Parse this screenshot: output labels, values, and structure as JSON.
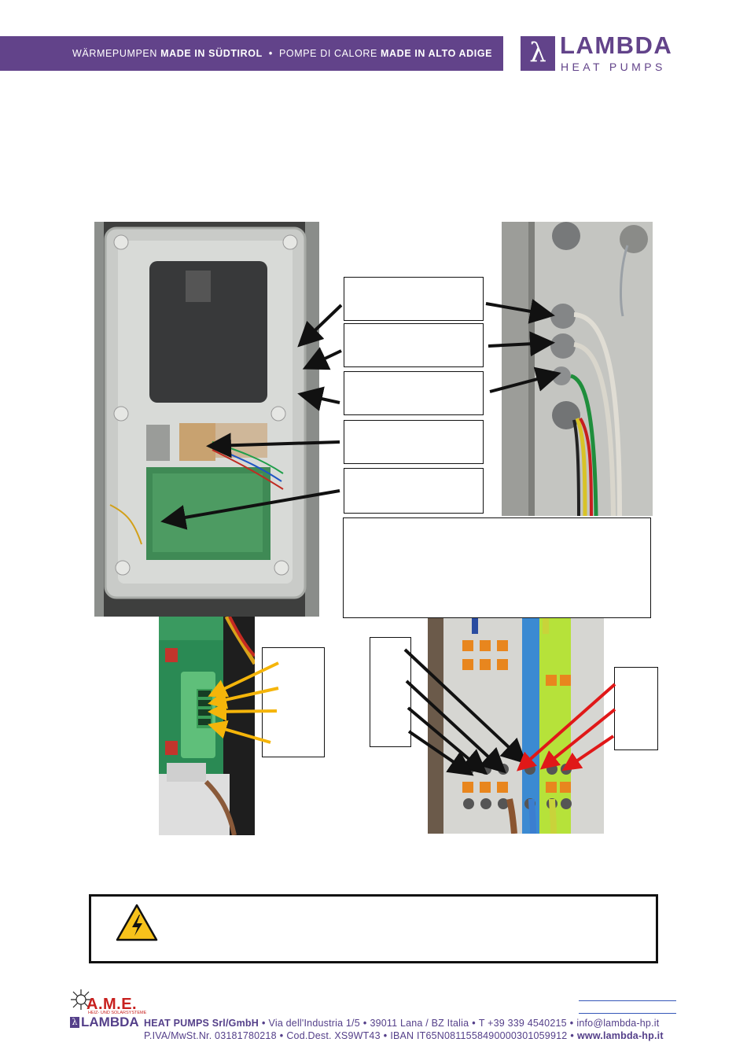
{
  "header": {
    "banner_part1": "WÄRMEPUMPEN",
    "banner_part2": "MADE IN SÜDTIROL",
    "banner_dot": "•",
    "banner_part3": "POMPE DI CALORE",
    "banner_part4": "MADE IN ALTO ADIGE",
    "logo_symbol": "λ",
    "logo_name": "LAMBDA",
    "logo_tagline": "HEAT PUMPS"
  },
  "figures": {
    "control_box_labels": [
      "",
      "",
      "",
      "",
      ""
    ],
    "cable_gland_note": "",
    "board_connector_label": "",
    "terminal_left_label": "",
    "terminal_right_label": ""
  },
  "warning": {
    "icon": "high-voltage-warning-icon",
    "text": ""
  },
  "footer": {
    "ame_logo": "A.M.E.",
    "ame_tagline": "HEIZ- UND SOLARSYSTEME",
    "lambda_logo": "LAMBDA",
    "line1_company": "HEAT PUMPS Srl/GmbH",
    "line1_address": "Via dell'Industria 1/5",
    "line1_city": "39011 Lana / BZ Italia",
    "line1_phone": "T +39 339 4540215",
    "line1_email": "info@lambda-hp.it",
    "line2_vat": "P.IVA/MwSt.Nr. 03181780218",
    "line2_code": "Cod.Dest. XS9WT43",
    "line2_iban": "IBAN IT65N0811558490000301059912",
    "line2_web": "www.lambda-hp.it",
    "separator": "•"
  },
  "colors": {
    "brand_purple": "#62438a",
    "arrow_black": "#111111",
    "arrow_yellow": "#f5b50a",
    "arrow_red": "#e01818",
    "warning_yellow": "#f7c21b"
  }
}
